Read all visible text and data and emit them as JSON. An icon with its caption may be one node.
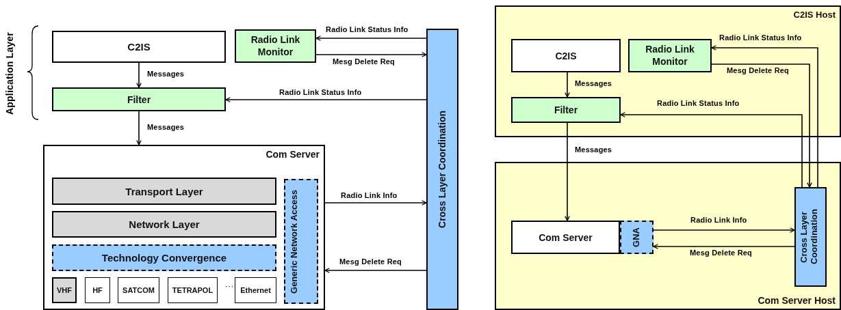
{
  "diagram": {
    "nodes": [
      {
        "text": [
          "C2IS"
        ]
      },
      {
        "text": [
          "Radio Link Monitor"
        ]
      },
      {
        "text": [
          "Filter"
        ]
      },
      {
        "text": [
          "Com Server"
        ]
      },
      {
        "text": [
          "Transport Layer"
        ],
        "in": 3
      },
      {
        "text": [
          "Network Layer"
        ],
        "in": 3
      },
      {
        "text": [
          "Technology Convergence"
        ],
        "in": 3
      },
      {
        "text": [
          "VHF"
        ],
        "in": 3
      },
      {
        "text": [
          "HF"
        ],
        "in": 3
      },
      {
        "text": [
          "SATCOM"
        ],
        "in": 3
      },
      {
        "text": [
          "TETRAPOL"
        ],
        "in": 3
      },
      {
        "text": [
          "Ethernet"
        ],
        "in": 3
      },
      {
        "text": [
          "Generic Network Access"
        ],
        "in": 3
      },
      {
        "text": [
          "Cross Layer Coordination"
        ]
      },
      {
        "text": [
          "C2IS Host"
        ]
      },
      {
        "text": [
          "C2IS"
        ],
        "in": 14
      },
      {
        "text": [
          "Radio Link Monitor"
        ],
        "in": 14
      },
      {
        "text": [
          "Filter"
        ],
        "in": 14
      },
      {
        "text": [
          "Com Server Host"
        ]
      },
      {
        "text": [
          "Com Server"
        ],
        "in": 18
      },
      {
        "text": [
          "GNA"
        ],
        "in": 18
      },
      {
        "text": [
          "Cross Layer Coordination"
        ],
        "in": 18
      }
    ],
    "edges": [
      {
        "from": 0,
        "to": 2,
        "arrow": "to",
        "label": "Messages"
      },
      {
        "from": 2,
        "to": 3,
        "arrow": "to",
        "label": "Messages"
      },
      {
        "from": 13,
        "to": 1,
        "arrow": "to",
        "label": "Radio Link Status Info"
      },
      {
        "from": 1,
        "to": 13,
        "arrow": "to",
        "label": "Mesg Delete Req"
      },
      {
        "from": 13,
        "to": 2,
        "arrow": "to",
        "label": "Radio Link Status Info"
      },
      {
        "from": 3,
        "to": 13,
        "arrow": "to",
        "label": "Radio Link Info"
      },
      {
        "from": 13,
        "to": 3,
        "arrow": "to",
        "label": "Mesg Delete Req"
      },
      {
        "from": 15,
        "to": 17,
        "arrow": "to",
        "label": "Messages"
      },
      {
        "from": 17,
        "to": 19,
        "arrow": "to",
        "label": "Messages"
      },
      {
        "from": 21,
        "to": 16,
        "arrow": "to",
        "label": "Radio Link Status Info"
      },
      {
        "from": 16,
        "to": 21,
        "arrow": "to",
        "label": "Mesg Delete Req"
      },
      {
        "from": 21,
        "to": 17,
        "arrow": "to",
        "label": "Radio Link Status Info"
      },
      {
        "from": 20,
        "to": 21,
        "arrow": "to",
        "label": "Radio Link Info"
      },
      {
        "from": 21,
        "to": 20,
        "arrow": "to",
        "label": "Mesg Delete Req"
      }
    ],
    "labels": [
      "Application Layer",
      "···"
    ]
  }
}
